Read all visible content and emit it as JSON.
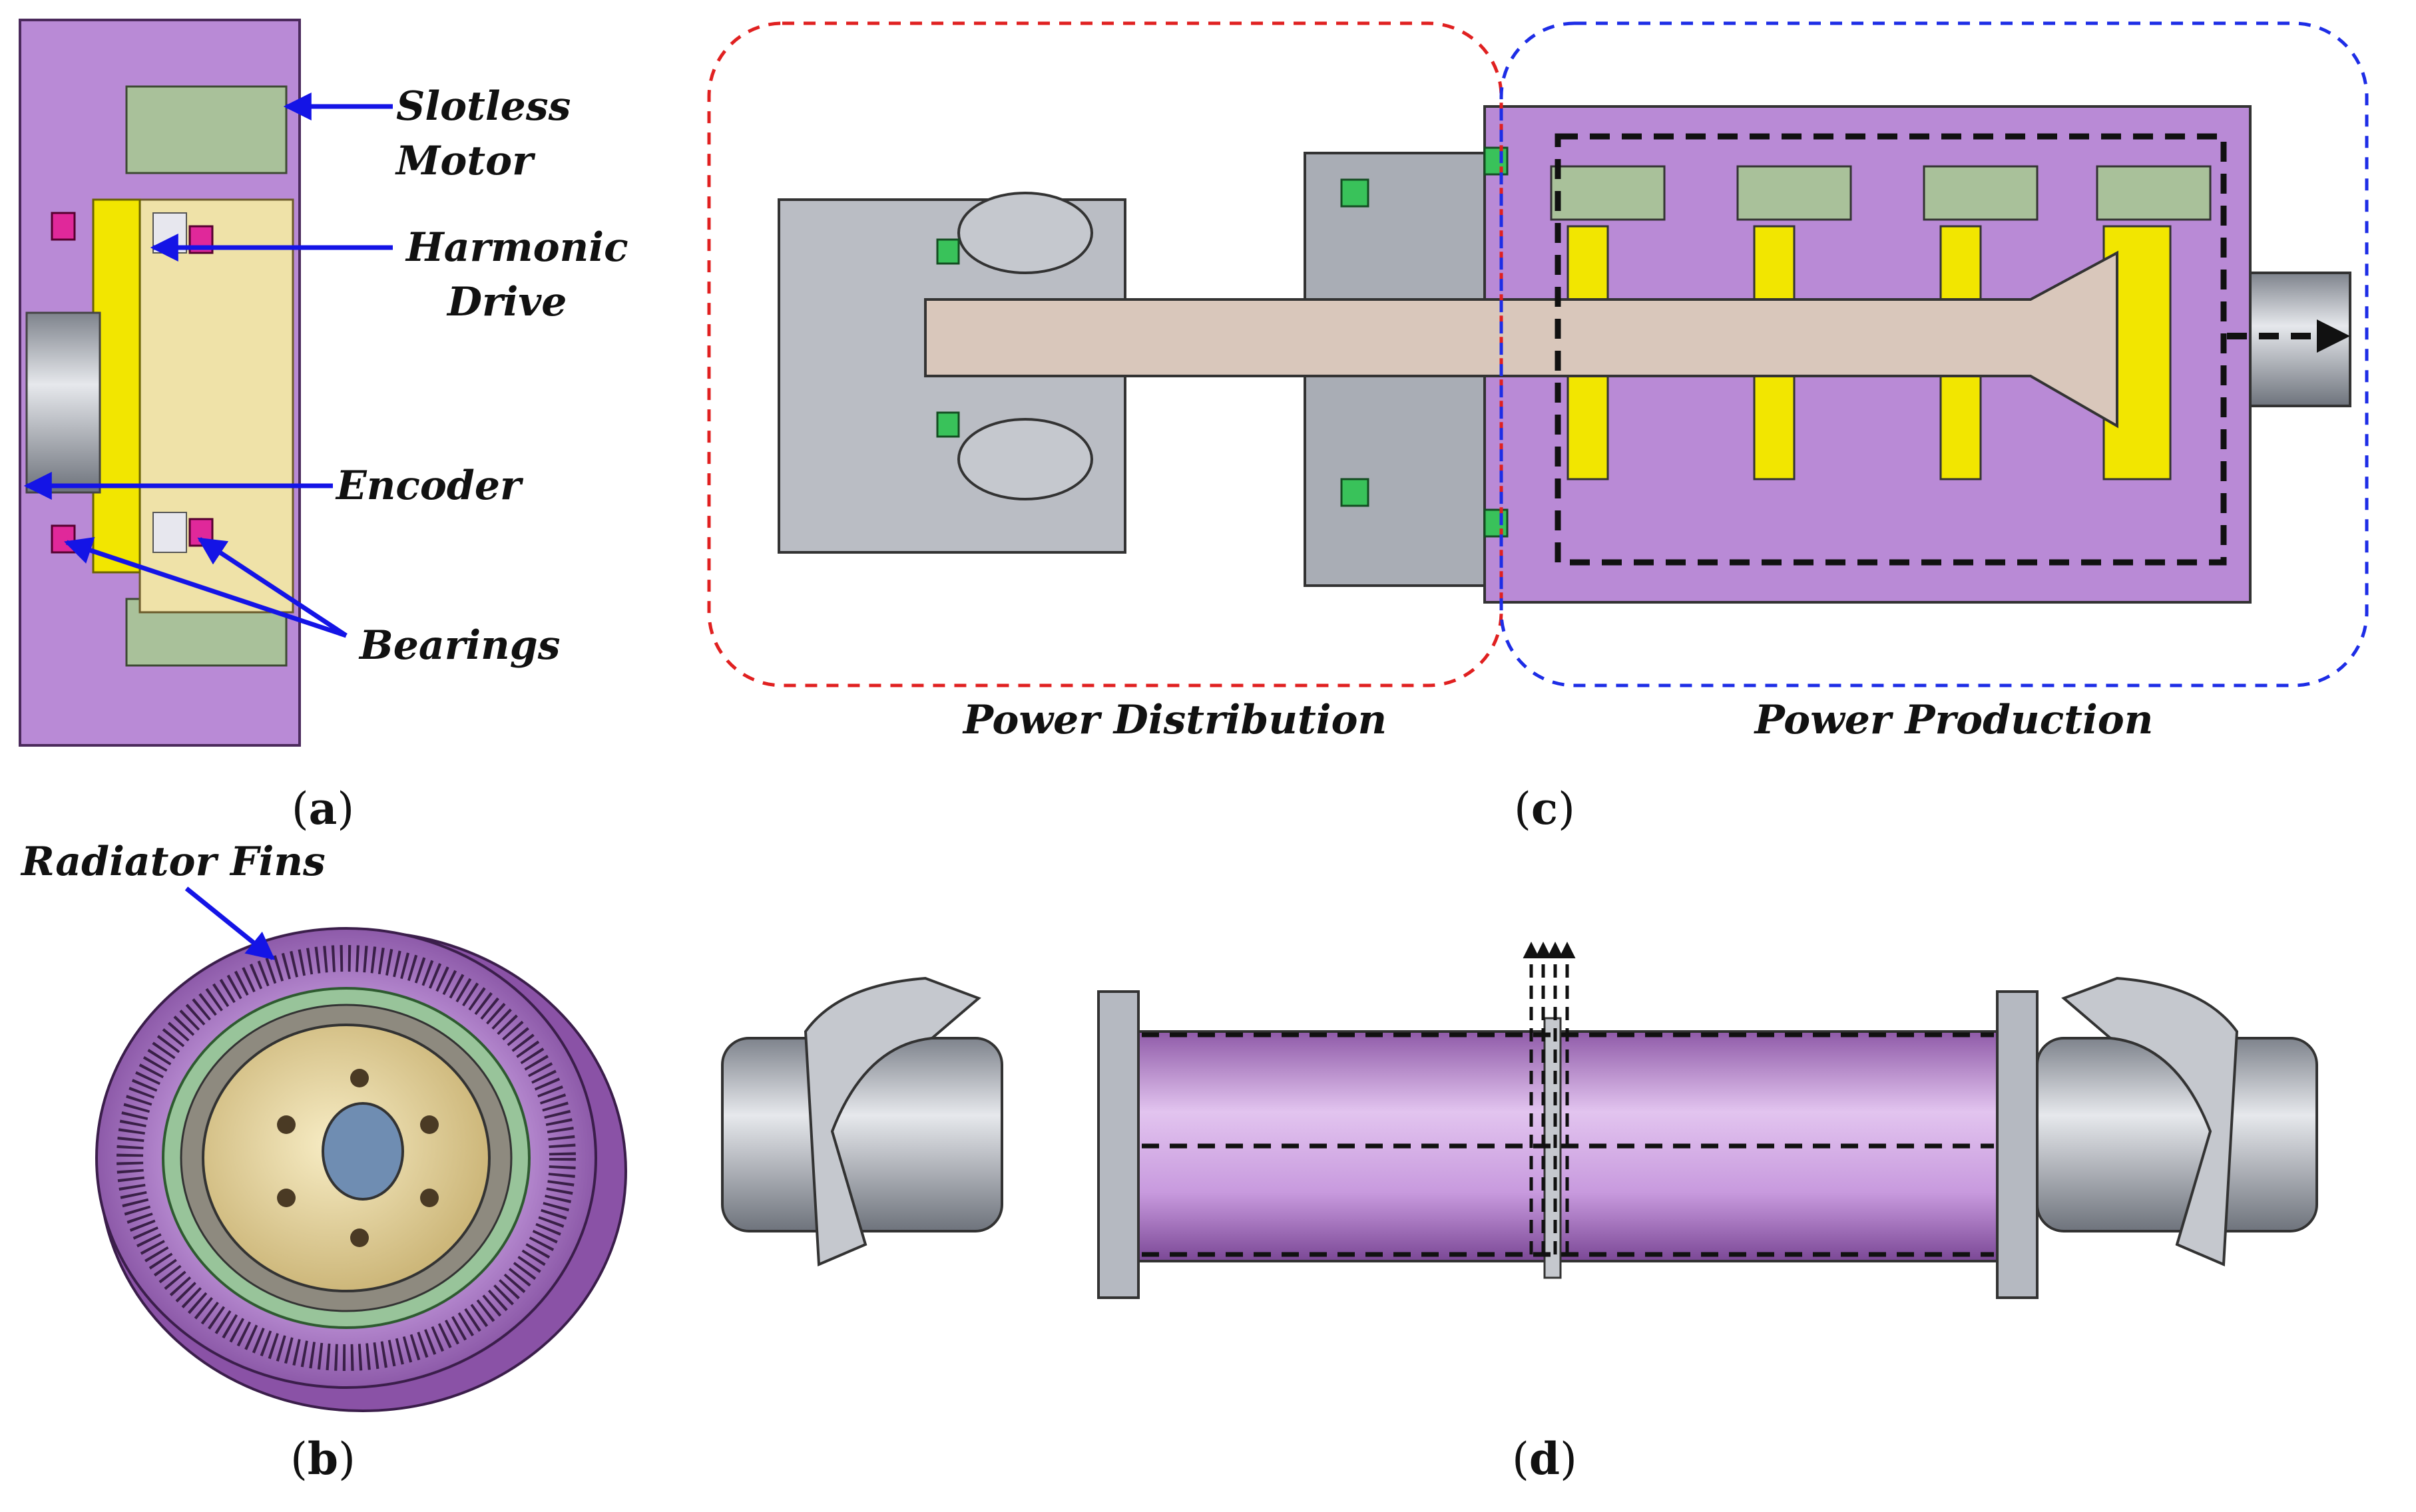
{
  "panels": {
    "a": {
      "label": "a"
    },
    "b": {
      "label": "b"
    },
    "c": {
      "label": "c"
    },
    "d": {
      "label": "d"
    }
  },
  "callouts_a": {
    "slotless_line1": "Slotless",
    "slotless_line2": "Motor",
    "harmonic_line1": "Harmonic",
    "harmonic_line2": "Drive",
    "encoder": "Encoder",
    "bearings": "Bearings"
  },
  "callouts_b": {
    "radiator": "Radiator Fins"
  },
  "regions_c": {
    "distribution": "Power Distribution",
    "production": "Power Production"
  },
  "colors": {
    "housing_purple": "#b98ad6",
    "steel_grey": "#b8bcc4",
    "yellow_part": "#f2e600",
    "green_seal": "#39c25a",
    "magenta_bearing": "#e0289a",
    "arrow_blue": "#1414e6",
    "box_red": "#e02020",
    "box_blue": "#1d2de6",
    "shaft_tan": "#d9c7bb"
  }
}
